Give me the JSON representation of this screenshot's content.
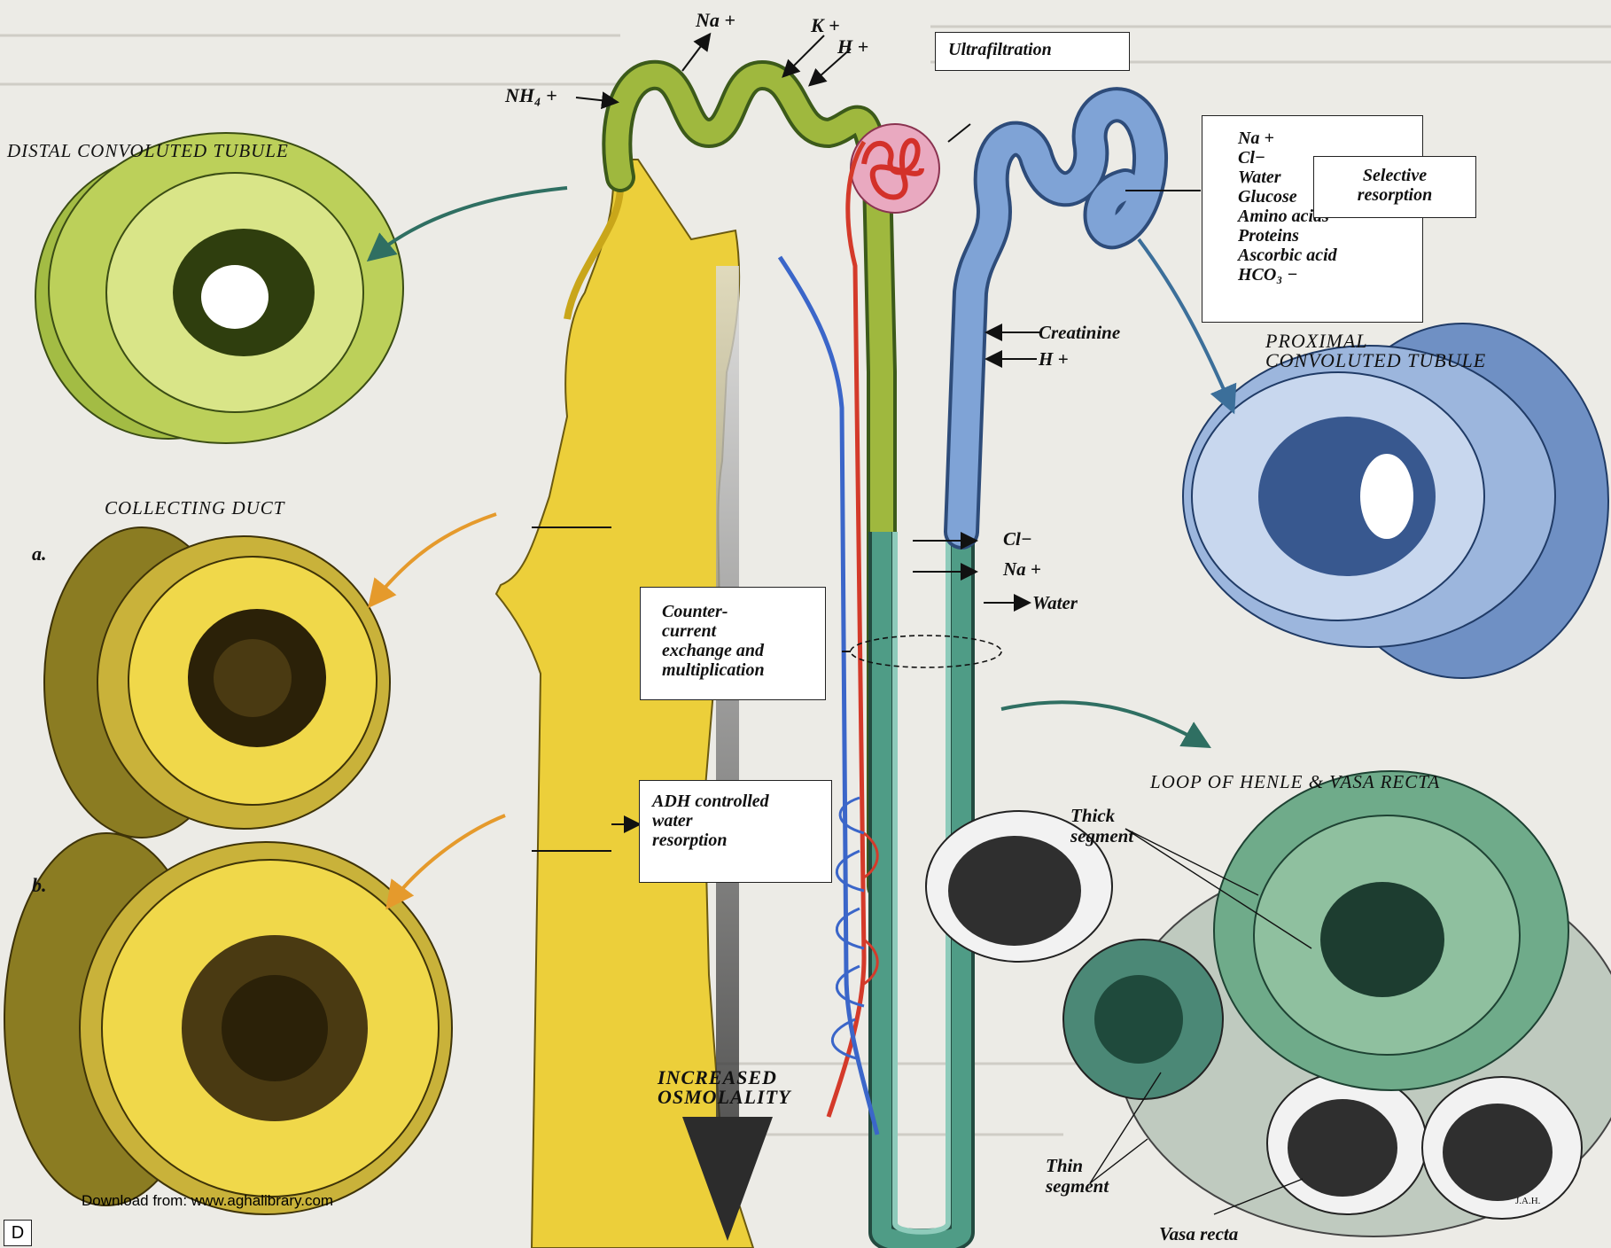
{
  "ions_top": {
    "na": "Na +",
    "nh4": "NH₄ +",
    "k": "K +",
    "h": "H +"
  },
  "ultrafiltration": "Ultrafiltration",
  "proximal_box": {
    "items": [
      "Na +",
      "Cl−",
      "Water",
      "Glucose",
      "Amino acids",
      "Proteins",
      "Ascorbic acid",
      "HCO₃ −"
    ]
  },
  "selective_resorption": [
    "Selective",
    "resorption"
  ],
  "distal_title": "DISTAL CONVOLUTED TUBULE",
  "collecting_title": "COLLECTING DUCT",
  "label_a": "a.",
  "label_b": "b.",
  "proximal_title": [
    "PROXIMAL",
    "CONVOLUTED TUBULE"
  ],
  "loop_title": "LOOP OF HENLE & VASA RECTA",
  "creatinine": "Creatinine",
  "h_plus": "H +",
  "cl_minus": "Cl−",
  "na_plus": "Na +",
  "water": "Water",
  "countercurrent_box": [
    "Counter-",
    "current",
    "exchange and",
    "multiplication"
  ],
  "adh_box": [
    "ADH controlled",
    "water",
    "resorption"
  ],
  "increased_osmolality": [
    "INCREASED",
    "OSMOLALITY"
  ],
  "thick_segment": [
    "Thick",
    "segment"
  ],
  "thin_segment": [
    "Thin",
    "segment"
  ],
  "vasa_recta": "Vasa recta",
  "artist": "J.A.H.",
  "footer": "Download from: www.aghalibrary.com",
  "badge": "D",
  "colors": {
    "distal": "#7f9a2e",
    "collecting": "#e6c92e",
    "proximal": "#6c92c8",
    "loop": "#3e8a76",
    "artery": "#d43a2a",
    "vein": "#3b66c9"
  }
}
